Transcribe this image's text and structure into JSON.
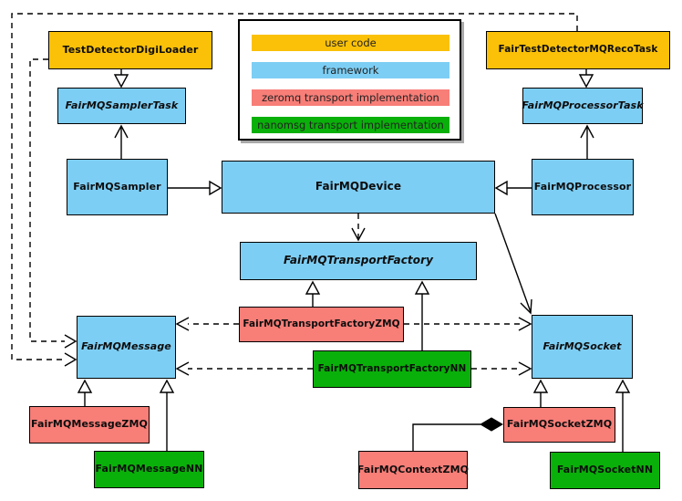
{
  "colors": {
    "userCode": "#FBC108",
    "framework": "#7DCEF4",
    "zeromq": "#F87E78",
    "nanomsg": "#0AB00A"
  },
  "legend": {
    "items": [
      {
        "label": "user code",
        "type": "user-code",
        "color": "#FBC108"
      },
      {
        "label": "framework",
        "type": "framework",
        "color": "#7DCEF4"
      },
      {
        "label": "zeromq transport implementation",
        "type": "zeromq",
        "color": "#F87E78"
      },
      {
        "label": "nanomsg transport implementation",
        "type": "nanomsg",
        "color": "#0AB00A"
      }
    ]
  },
  "nodes": {
    "TestDetectorDigiLoader": {
      "label": "TestDetectorDigiLoader",
      "type": "user-code",
      "abstract": false
    },
    "FairTestDetectorMQRecoTask": {
      "label": "FairTestDetectorMQRecoTask",
      "type": "user-code",
      "abstract": false
    },
    "FairMQSamplerTask": {
      "label": "FairMQSamplerTask",
      "type": "framework",
      "abstract": true
    },
    "FairMQProcessorTask": {
      "label": "FairMQProcessorTask",
      "type": "framework",
      "abstract": true
    },
    "FairMQSampler": {
      "label": "FairMQSampler",
      "type": "framework",
      "abstract": false
    },
    "FairMQDevice": {
      "label": "FairMQDevice",
      "type": "framework",
      "abstract": false
    },
    "FairMQProcessor": {
      "label": "FairMQProcessor",
      "type": "framework",
      "abstract": false
    },
    "FairMQTransportFactory": {
      "label": "FairMQTransportFactory",
      "type": "framework",
      "abstract": true
    },
    "FairMQTransportFactoryZMQ": {
      "label": "FairMQTransportFactoryZMQ",
      "type": "zeromq",
      "abstract": false
    },
    "FairMQTransportFactoryNN": {
      "label": "FairMQTransportFactoryNN",
      "type": "nanomsg",
      "abstract": false
    },
    "FairMQMessage": {
      "label": "FairMQMessage",
      "type": "framework",
      "abstract": true
    },
    "FairMQSocket": {
      "label": "FairMQSocket",
      "type": "framework",
      "abstract": true
    },
    "FairMQMessageZMQ": {
      "label": "FairMQMessageZMQ",
      "type": "zeromq",
      "abstract": false
    },
    "FairMQMessageNN": {
      "label": "FairMQMessageNN",
      "type": "nanomsg",
      "abstract": false
    },
    "FairMQContextZMQ": {
      "label": "FairMQContextZMQ",
      "type": "zeromq",
      "abstract": false
    },
    "FairMQSocketZMQ": {
      "label": "FairMQSocketZMQ",
      "type": "zeromq",
      "abstract": false
    },
    "FairMQSocketNN": {
      "label": "FairMQSocketNN",
      "type": "nanomsg",
      "abstract": false
    }
  }
}
